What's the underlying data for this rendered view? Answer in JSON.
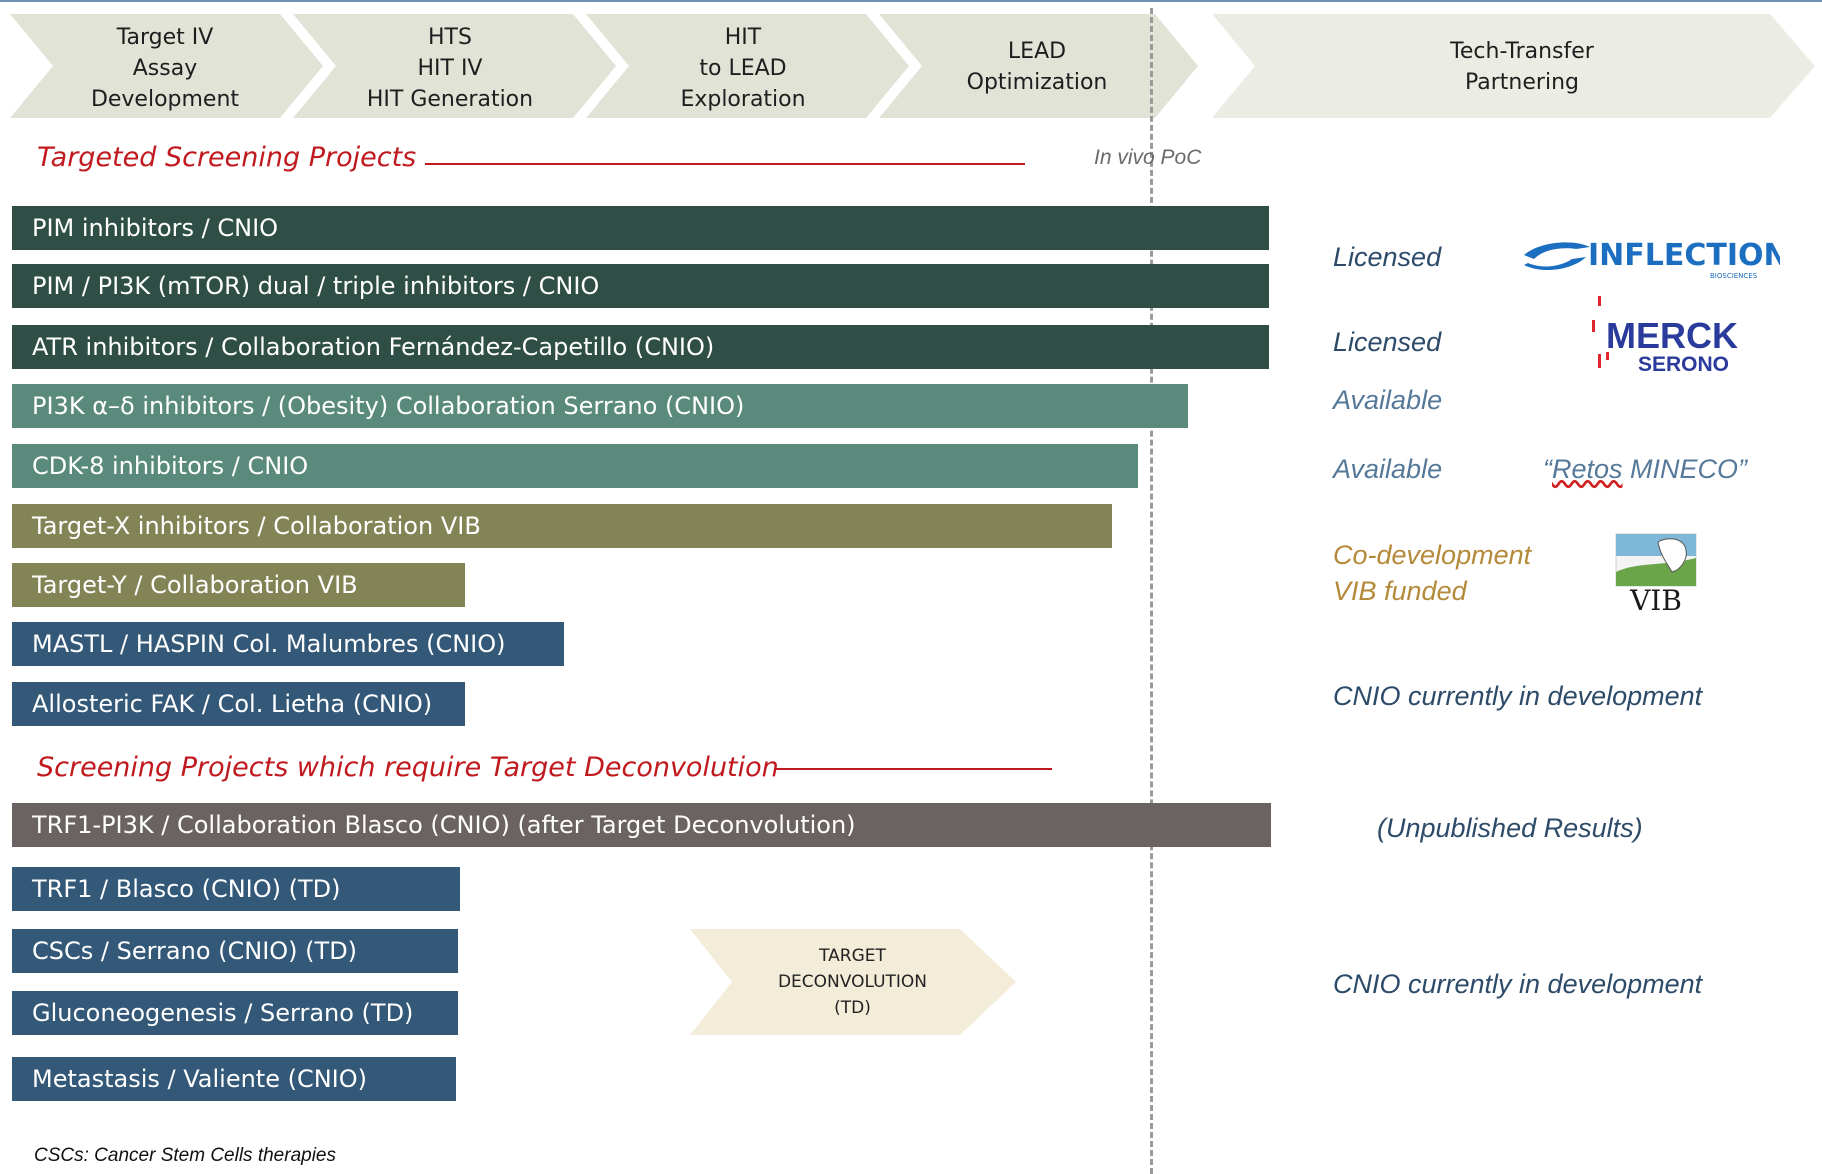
{
  "stages": [
    {
      "label": "Target IV\nAssay\nDevelopment"
    },
    {
      "label": "HTS\nHIT IV\nHIT Generation"
    },
    {
      "label": "HIT\nto LEAD\nExploration"
    },
    {
      "label": "LEAD\nOptimization"
    },
    {
      "label": "Tech-Transfer\nPartnering"
    }
  ],
  "sections": {
    "targeted": "Targeted  Screening Projects",
    "deconvolution": "Screening Projects which require Target Deconvolution"
  },
  "in_vivo_label": "In vivo PoC",
  "projects": [
    {
      "label": "PIM inhibitors  / CNIO",
      "color": "#2f4f46"
    },
    {
      "label": "PIM / PI3K (mTOR) dual / triple inhibitors  / CNIO",
      "color": "#2f4f46"
    },
    {
      "label": "ATR inhibitors   / Collaboration  Fernández-Capetillo  (CNIO)",
      "color": "#2f4f46"
    },
    {
      "label": "PI3K α–δ inhibitors   / (Obesity) Collaboration  Serrano (CNIO)",
      "color": "#5a8a7c"
    },
    {
      "label": "CDK-8 inhibitors  / CNIO",
      "color": "#5a8a7c"
    },
    {
      "label": "Target-X inhibitors   / Collaboration  VIB",
      "color": "#838456"
    },
    {
      "label": "Target-Y / Collaboration  VIB",
      "color": "#838456"
    },
    {
      "label": "MASTL / HASPIN Col. Malumbres (CNIO)",
      "color": "#335878"
    },
    {
      "label": "Allosteric FAK / Col. Lietha (CNIO)",
      "color": "#335878"
    },
    {
      "label": "TRF1-PI3K  / Collaboration  Blasco (CNIO) (after Target Deconvolution)",
      "color": "#6b6361"
    },
    {
      "label": "TRF1  / Blasco (CNIO) (TD)",
      "color": "#335878"
    },
    {
      "label": "CSCs / Serrano (CNIO) (TD)",
      "color": "#335878"
    },
    {
      "label": "Gluconeogenesis  / Serrano (TD)",
      "color": "#335878"
    },
    {
      "label": "Metastasis / Valiente (CNIO)",
      "color": "#335878"
    }
  ],
  "statuses": {
    "licensed1": "Licensed",
    "licensed2": "Licensed",
    "available1": "Available",
    "available2": "Available",
    "codev": "Co-development\nVIB funded",
    "cnio_dev1": "CNIO currently in development",
    "unpublished": "(Unpublished Results)",
    "cnio_dev2": "CNIO currently in development"
  },
  "retos": {
    "open": "“",
    "word": "Retos",
    "rest": " MINECO”"
  },
  "logos": {
    "inflection": {
      "name": "INFLECTION",
      "sub": "BIOSCIENCES",
      "color": "#1c6fc0"
    },
    "merck": {
      "name": "MERCK",
      "sub": "SERONO",
      "color": "#2a3b9c",
      "accent": "#e0262f"
    },
    "vib": {
      "name": "VIB"
    }
  },
  "td_box": "TARGET\nDECONVOLUTION\n(TD)",
  "footnote": "CSCs: Cancer Stem Cells therapies"
}
